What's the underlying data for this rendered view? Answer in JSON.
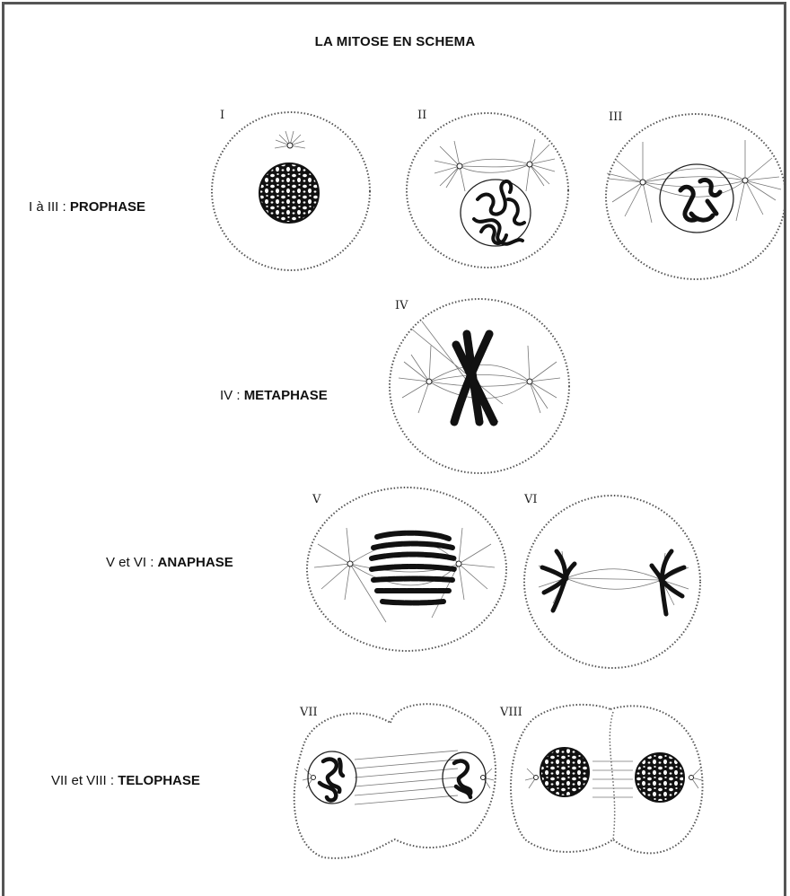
{
  "title": "LA MITOSE EN SCHEMA",
  "stage_labels": [
    {
      "prefix": "I à III : ",
      "phase": "PROPHASE"
    },
    {
      "prefix": "IV : ",
      "phase": "METAPHASE"
    },
    {
      "prefix": "V et VI : ",
      "phase": "ANAPHASE"
    },
    {
      "prefix": "VII et VIII : ",
      "phase": "TELOPHASE"
    }
  ],
  "figure_numerals": [
    "I",
    "II",
    "III",
    "IV",
    "V",
    "VI",
    "VII",
    "VIII"
  ]
}
